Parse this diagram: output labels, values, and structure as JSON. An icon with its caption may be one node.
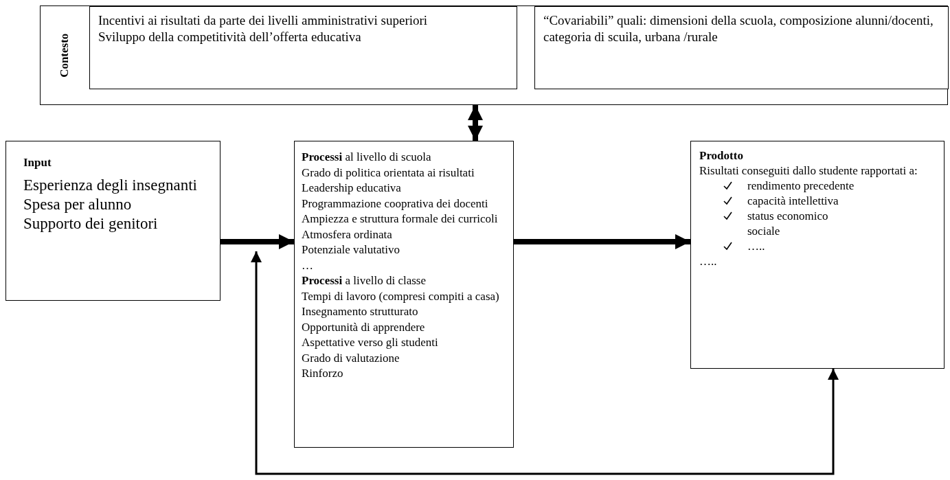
{
  "diagram": {
    "nodes": [
      {
        "text": [
          "Contesto"
        ]
      },
      {
        "text": [
          "Incentivi ai risultati da parte dei livelli amministrativi superiori",
          "Sviluppo della competitività dell’offerta educativa"
        ],
        "in": 0
      },
      {
        "text": [
          "“Covariabili” quali: dimensioni della scuola, composizione alunni/docenti, categoria di scuila, urbana /rurale"
        ],
        "in": 0
      },
      {
        "text": [
          "Input",
          "Esperienza degli insegnanti",
          "Spesa per alunno",
          "Supporto dei genitori"
        ]
      },
      {
        "text": [
          "**Processi** al livello di scuola",
          "Grado di politica orientata ai risultati",
          "Leadership educativa",
          "Programmazione cooprativa dei docenti",
          "Ampiezza e struttura formale dei curricoli",
          "Atmosfera ordinata",
          "Potenziale valutativo",
          "…",
          "**Processi** a livello di classe",
          "Tempi di lavoro (compresi compiti a casa)",
          "Insegnamento strutturato",
          "Opportunità di apprendere",
          "Aspettative verso gli studenti",
          "Grado di valutazione",
          "Rinforzo"
        ]
      },
      {
        "text": [
          "Prodotto",
          "Risultati conseguiti dallo studente rapportati a:",
          "rendimento precedente",
          "capacità intellettiva",
          "status economico sociale",
          "…..",
          "….."
        ]
      }
    ],
    "edges": [
      {
        "from": 0,
        "to": 4,
        "arrow": "both"
      },
      {
        "from": 3,
        "to": 4,
        "arrow": "to"
      },
      {
        "from": 4,
        "to": 5,
        "arrow": "to"
      },
      {
        "from": null,
        "to": 5,
        "arrow": "both"
      }
    ]
  }
}
